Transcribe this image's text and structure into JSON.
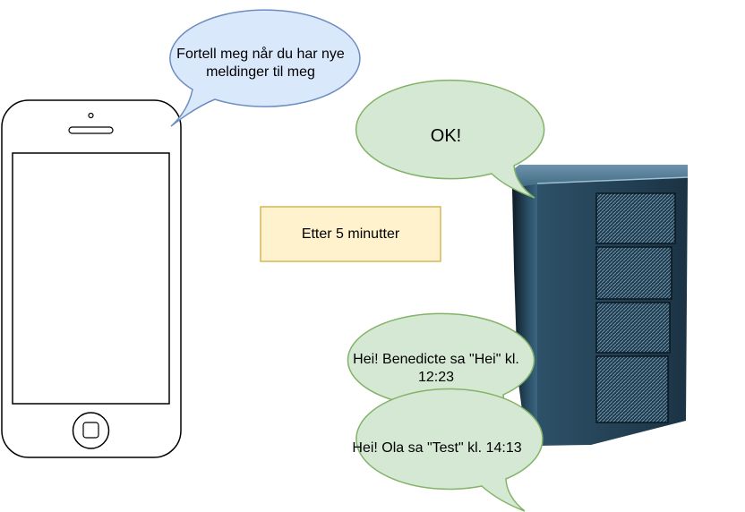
{
  "bubbles": {
    "phone_request": "Fortell meg når du har nye meldinger til meg",
    "server_ok": "OK!",
    "msg_benedicte": "Hei! Benedicte sa \"Hei\" kl. 12:23",
    "msg_ola": "Hei! Ola sa \"Test\" kl. 14:13"
  },
  "note": {
    "delay": "Etter 5 minutter"
  },
  "icons": {
    "phone": "smartphone-icon",
    "server": "server-rack-icon"
  },
  "colors": {
    "request_fill": "#dae8fc",
    "request_stroke": "#6c8ebf",
    "response_fill": "#d5e8d4",
    "response_stroke": "#82b366",
    "note_fill": "#fff2cc",
    "note_stroke": "#d6b656"
  }
}
